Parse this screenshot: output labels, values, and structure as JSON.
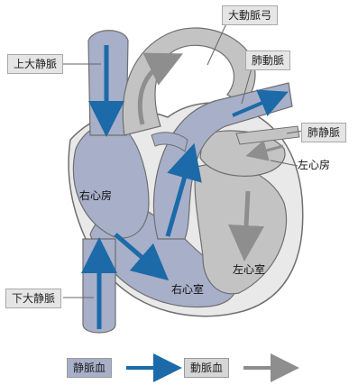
{
  "labels": {
    "aorta": "大動脈弓",
    "superior_vena_cava": "上大静脈",
    "pulmonary_artery": "肺動脈",
    "pulmonary_vein": "肺静脈",
    "left_atrium": "左心房",
    "right_atrium": "右心房",
    "left_ventricle": "左心室",
    "right_ventricle": "右心室",
    "inferior_vena_cava": "下大静脈"
  },
  "legend": {
    "venous": "静脈血",
    "arterial": "動脈血"
  },
  "colors": {
    "venous_fill": "#a7afc9",
    "venous_arrow": "#1c6aa8",
    "arterial_fill": "#c3c3c3",
    "arterial_arrow": "#8e8e8e",
    "wall": "#e9e9e9",
    "outline": "#6f6f6f",
    "label_box_bg": "#e5e5e5"
  }
}
